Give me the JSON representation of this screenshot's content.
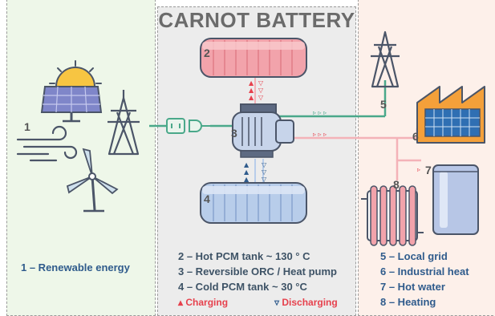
{
  "title": "CARNOT BATTERY",
  "numbers": {
    "n1": "1",
    "n2": "2",
    "n3": "3",
    "n4": "4",
    "n5": "5",
    "n6": "6",
    "n7": "7",
    "n8": "8"
  },
  "legend_left": "1 – Renewable energy",
  "legend_mid": [
    "2 – Hot PCM tank ~ 130 ° C",
    "3 – Reversible ORC / Heat pump",
    "4 – Cold PCM tank ~ 30 °C"
  ],
  "legend_right": [
    "5 – Local grid",
    "6 – Industrial heat",
    "7 – Hot water",
    "8 – Heating"
  ],
  "charging_label": "Charging",
  "discharging_label": "Discharging",
  "colors": {
    "hot": "#f2a3ab",
    "cold": "#b8cdea",
    "green_line": "#4aa88a",
    "pink_line": "#f4b2b8",
    "outline": "#4b5568",
    "charge": "#e6414d",
    "discharge": "#2f5b8c"
  },
  "icons": [
    "solar-panel-icon",
    "sun-icon",
    "wind-icon",
    "wind-turbine-icon",
    "power-pylon-icon",
    "plug-icon",
    "hot-tank-icon",
    "heat-pump-icon",
    "cold-tank-icon",
    "factory-icon",
    "water-tank-icon",
    "radiator-icon"
  ]
}
